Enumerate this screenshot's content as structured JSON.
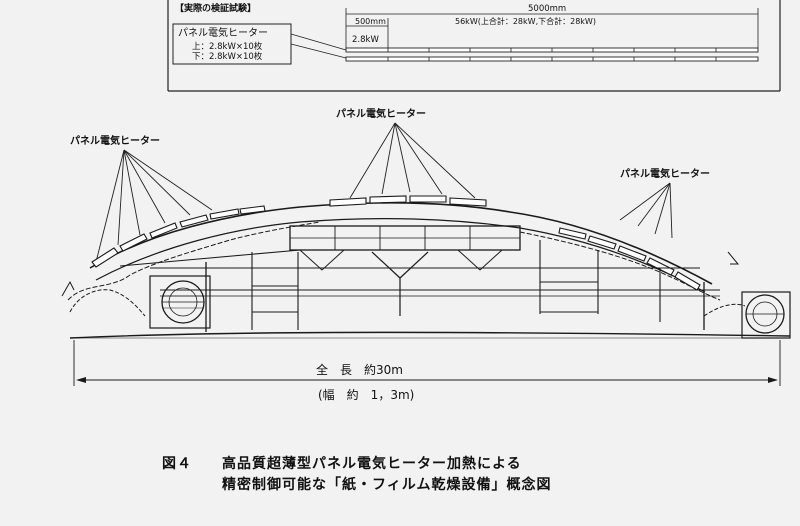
{
  "inset": {
    "title": "【実際の検証試験】",
    "box_label": "パネル電気ヒーター",
    "upper_spec": "上：2.8kW×10枚",
    "lower_spec": "下：2.8kW×10枚",
    "total_length": "5000mm",
    "unit_length": "500mm",
    "unit_power": "2.8kW",
    "total_power": "56kW(上合計：28kW,下合計：28kW)"
  },
  "diagram": {
    "heater_label_left": "パネル電気ヒーター",
    "heater_label_center": "パネル電気ヒーター",
    "heater_label_right": "パネル電気ヒーター",
    "overall_length": "全　長　約30m",
    "width": "(幅　約　1，3m)"
  },
  "caption": {
    "line1": "図４　　高品質超薄型パネル電気ヒーター加熱による",
    "line2": "精密制御可能な「紙・フィルム乾燥設備」概念図"
  }
}
